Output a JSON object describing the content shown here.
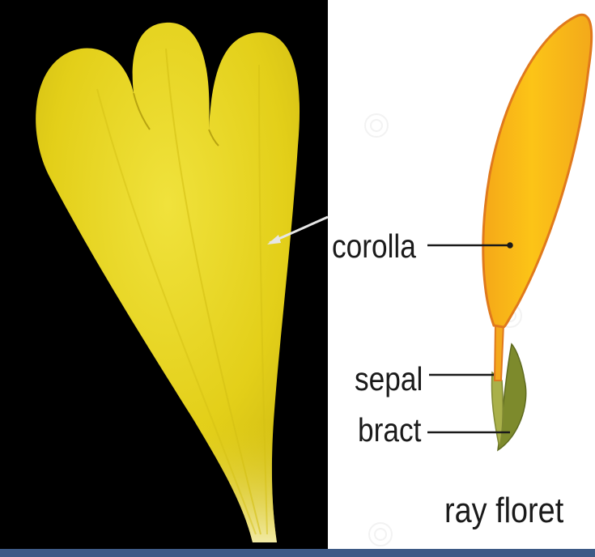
{
  "labels": {
    "corolla": "corolla",
    "sepal": "sepal",
    "bract": "bract",
    "title": "ray floret"
  },
  "colors": {
    "photo_background": "#000000",
    "petal_yellow": "#e6d21a",
    "corolla_fill": "#fbbf12",
    "corolla_outline": "#e0791c",
    "bract_green": "#7d8a2c",
    "sepal_green": "#a9b04a",
    "leader_line": "#1a1a1a",
    "footer_bar": "#3d5a86"
  }
}
